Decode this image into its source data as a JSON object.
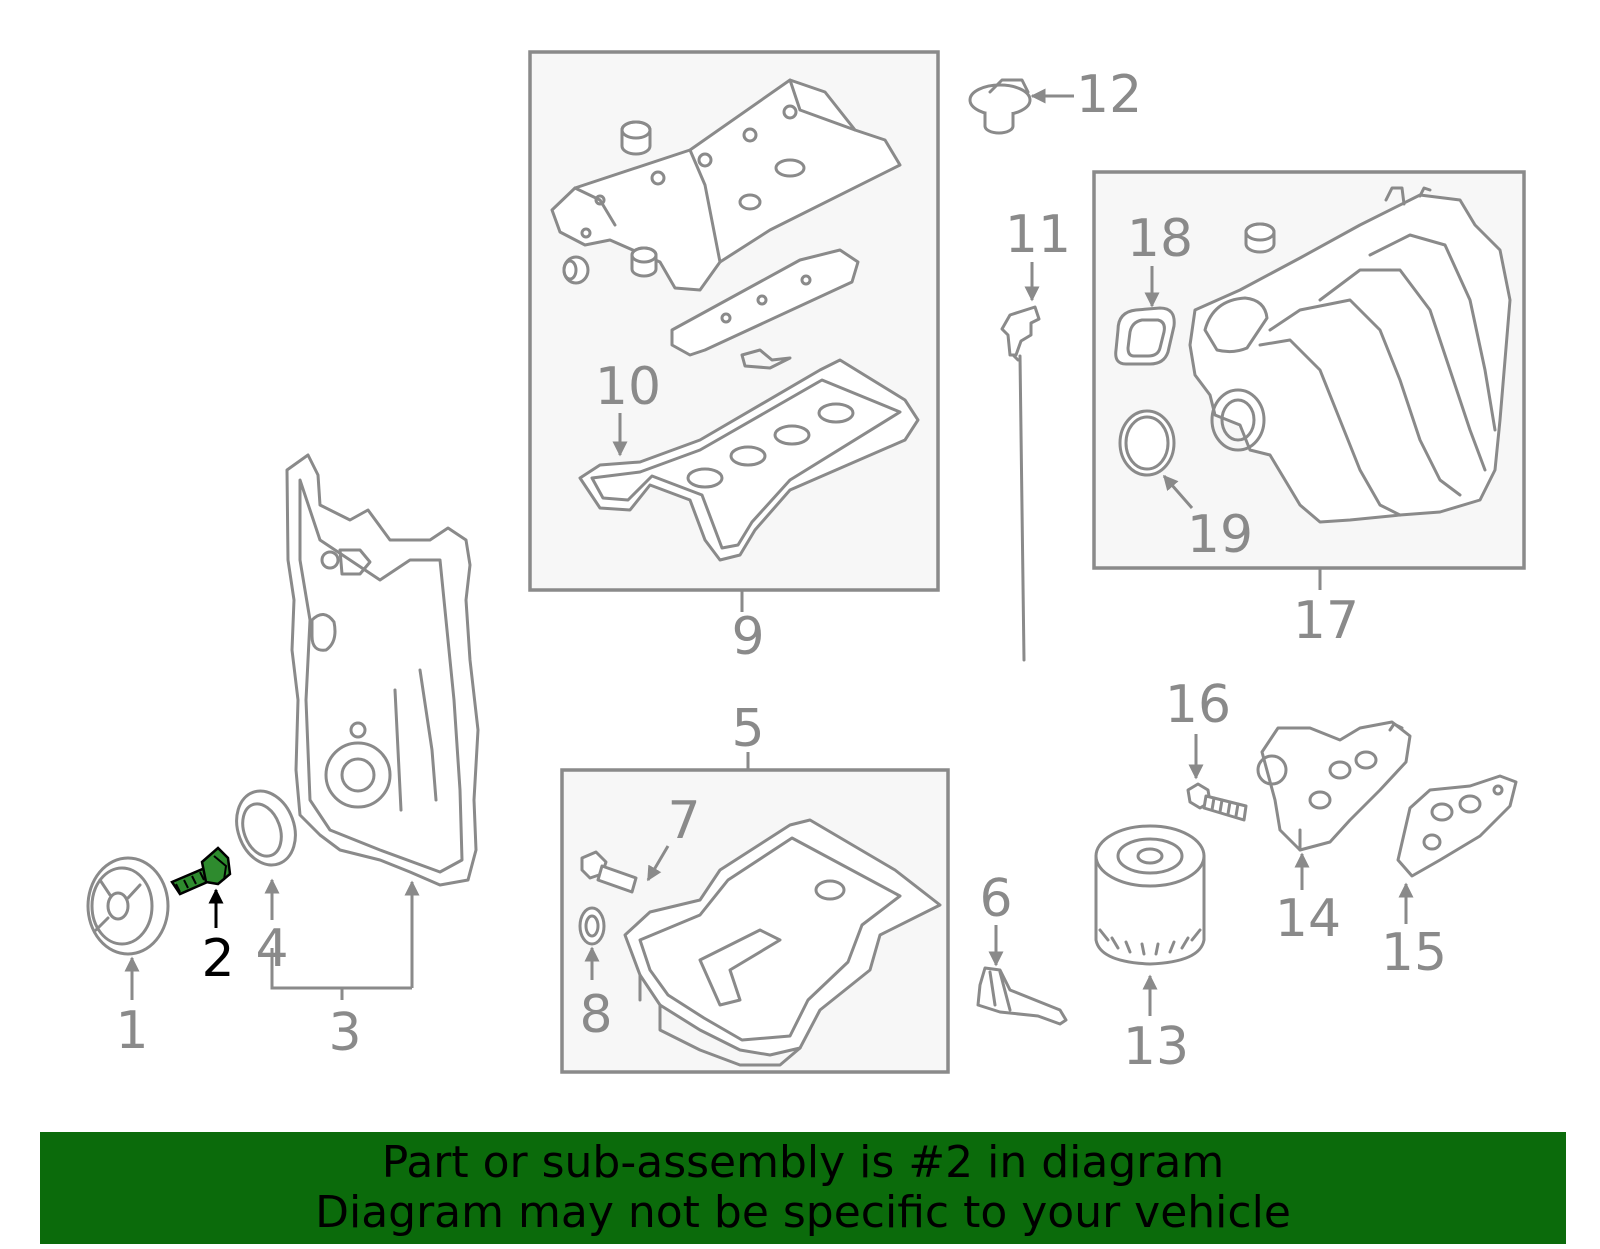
{
  "callouts": {
    "c1": "1",
    "c2": "2",
    "c3": "3",
    "c4": "4",
    "c5": "5",
    "c6": "6",
    "c7": "7",
    "c8": "8",
    "c9": "9",
    "c10": "10",
    "c11": "11",
    "c12": "12",
    "c13": "13",
    "c14": "14",
    "c15": "15",
    "c16": "16",
    "c17": "17",
    "c18": "18",
    "c19": "19"
  },
  "highlighted_part": "2",
  "colors": {
    "line": "#8a8a8a",
    "highlight_part": "#2e8b2e",
    "banner_bg": "#0b6b0b",
    "banner_text": "#000000"
  },
  "banner": {
    "line1": "Part or sub-assembly is #2 in diagram",
    "line2": "Diagram may not be specific to your vehicle"
  }
}
